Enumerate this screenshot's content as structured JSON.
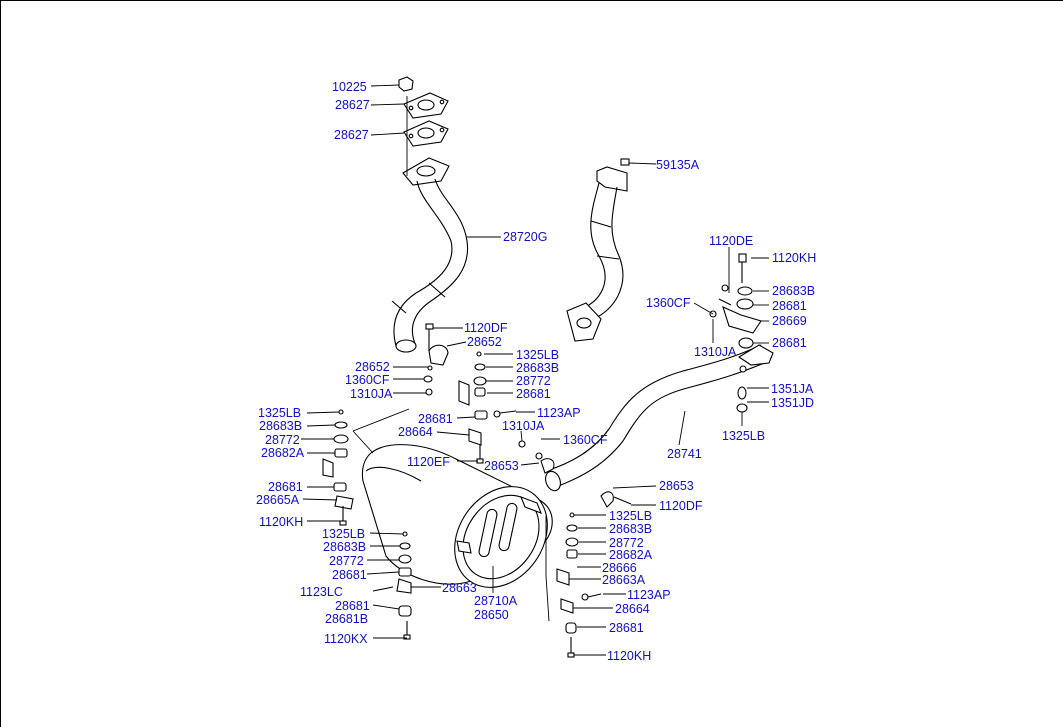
{
  "diagram": {
    "accent_color": "#1010c8",
    "parts": [
      {
        "id": "p1",
        "text": "10225"
      },
      {
        "id": "p2",
        "text": "28627"
      },
      {
        "id": "p3",
        "text": "28627"
      },
      {
        "id": "p4",
        "text": "28720G"
      },
      {
        "id": "p5",
        "text": "59135A"
      },
      {
        "id": "p6",
        "text": "1120DE"
      },
      {
        "id": "p7",
        "text": "1120KH"
      },
      {
        "id": "p8",
        "text": "28683B"
      },
      {
        "id": "p9",
        "text": "1360CF"
      },
      {
        "id": "p10",
        "text": "28681"
      },
      {
        "id": "p11",
        "text": "28669"
      },
      {
        "id": "p12",
        "text": "1310JA"
      },
      {
        "id": "p13",
        "text": "28681"
      },
      {
        "id": "p14",
        "text": "1120DF"
      },
      {
        "id": "p15",
        "text": "28652"
      },
      {
        "id": "p16",
        "text": "28652"
      },
      {
        "id": "p17",
        "text": "1325LB"
      },
      {
        "id": "p18",
        "text": "1360CF"
      },
      {
        "id": "p19",
        "text": "28683B"
      },
      {
        "id": "p20",
        "text": "28772"
      },
      {
        "id": "p21",
        "text": "1310JA"
      },
      {
        "id": "p22",
        "text": "28681"
      },
      {
        "id": "p23",
        "text": "1351JA"
      },
      {
        "id": "p24",
        "text": "1351JD"
      },
      {
        "id": "p25",
        "text": "1325LB"
      },
      {
        "id": "p26",
        "text": "28681"
      },
      {
        "id": "p27",
        "text": "1123AP"
      },
      {
        "id": "p28",
        "text": "1325LB"
      },
      {
        "id": "p29",
        "text": "28683B"
      },
      {
        "id": "p30",
        "text": "1310JA"
      },
      {
        "id": "p31",
        "text": "28664"
      },
      {
        "id": "p32",
        "text": "28772"
      },
      {
        "id": "p33",
        "text": "1360CF"
      },
      {
        "id": "p34",
        "text": "28741"
      },
      {
        "id": "p35",
        "text": "28682A"
      },
      {
        "id": "p36",
        "text": "1120EF"
      },
      {
        "id": "p37",
        "text": "28653"
      },
      {
        "id": "p38",
        "text": "28653"
      },
      {
        "id": "p39",
        "text": "28681"
      },
      {
        "id": "p40",
        "text": "28665A"
      },
      {
        "id": "p41",
        "text": "1120DF"
      },
      {
        "id": "p42",
        "text": "1120KH"
      },
      {
        "id": "p43",
        "text": "1325LB"
      },
      {
        "id": "p44",
        "text": "1325LB"
      },
      {
        "id": "p45",
        "text": "28683B"
      },
      {
        "id": "p46",
        "text": "28683B"
      },
      {
        "id": "p47",
        "text": "28772"
      },
      {
        "id": "p48",
        "text": "28772"
      },
      {
        "id": "p49",
        "text": "28682A"
      },
      {
        "id": "p50",
        "text": "28681"
      },
      {
        "id": "p51",
        "text": "28666"
      },
      {
        "id": "p52",
        "text": "28663A"
      },
      {
        "id": "p53",
        "text": "1123LC"
      },
      {
        "id": "p54",
        "text": "28663"
      },
      {
        "id": "p55",
        "text": "28710A"
      },
      {
        "id": "p56",
        "text": "1123AP"
      },
      {
        "id": "p57",
        "text": "28681"
      },
      {
        "id": "p58",
        "text": "28650"
      },
      {
        "id": "p59",
        "text": "28664"
      },
      {
        "id": "p60",
        "text": "28681B"
      },
      {
        "id": "p61",
        "text": "28681"
      },
      {
        "id": "p62",
        "text": "1120KX"
      },
      {
        "id": "p63",
        "text": "1120KH"
      }
    ]
  }
}
